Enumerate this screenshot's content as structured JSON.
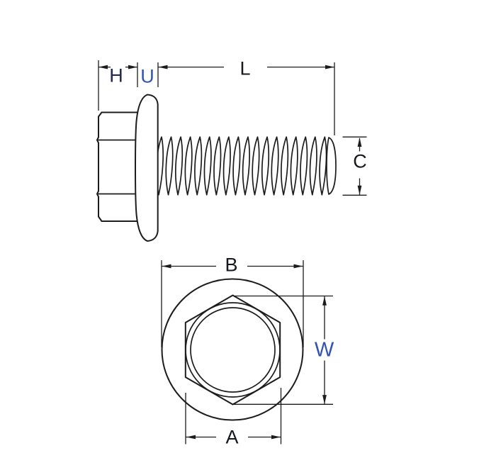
{
  "figure": {
    "dimension_labels": {
      "h": "H",
      "u": "U",
      "l": "L",
      "c": "C",
      "b": "B",
      "w": "W",
      "a": "A"
    },
    "colors": {
      "line": "#1c1c1c",
      "label_dark": "#16181f",
      "label_navy": "#23294e",
      "label_blue": "#3253b5",
      "background": "#ffffff"
    }
  }
}
